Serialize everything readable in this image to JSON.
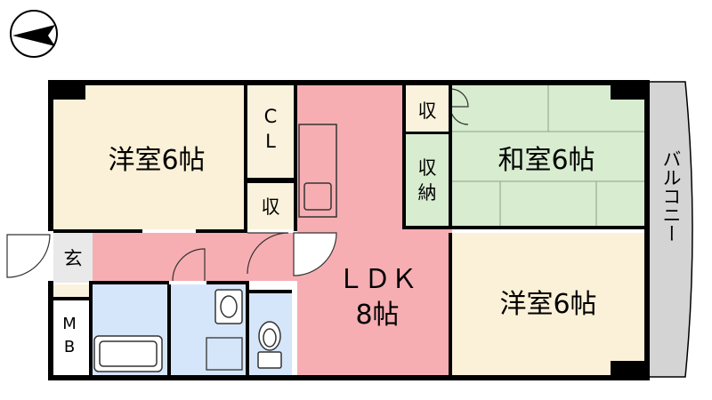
{
  "colors": {
    "western_room": "#fbf1d8",
    "japanese_room": "#d8ecd0",
    "ldk": "#f6aeb2",
    "wet_area": "#d6e6fa",
    "storage": "#faf2dc",
    "entrance": "#e9e9e9",
    "balcony": "#d4d4d4",
    "wall": "#000000"
  },
  "icons": {
    "north_arrow": "north-arrow-icon"
  },
  "rooms": {
    "western_room_1": {
      "label": "洋室6帖"
    },
    "closet_cl": {
      "line1": "C",
      "line2": "L"
    },
    "storage_small": {
      "label": "収"
    },
    "japanese_room": {
      "label": "和室6帖"
    },
    "storage_top": {
      "label": "収"
    },
    "storage_mid": {
      "line1": "収",
      "line2": "納"
    },
    "western_room_2": {
      "label": "洋室6帖"
    },
    "ldk": {
      "line1": "ＬＤＫ",
      "line2": "8帖"
    },
    "entrance": {
      "label": "玄"
    },
    "meter_box": {
      "line1": "M",
      "line2": "B"
    },
    "balcony": {
      "label": "バルコニー"
    }
  }
}
